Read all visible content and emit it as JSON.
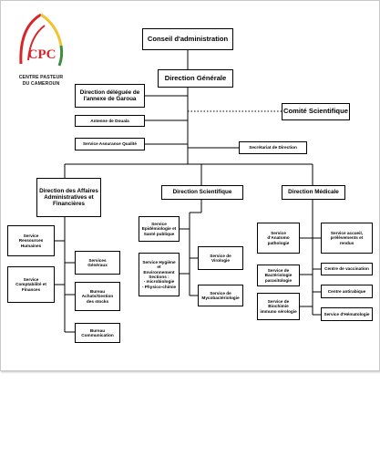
{
  "logo": {
    "monogram": "CPC",
    "caption_line1": "CENTRE PASTEUR",
    "caption_line2": "DU CAMEROUN",
    "colors": {
      "red": "#d6252b",
      "yellow": "#f2c230",
      "green": "#3a8f3c"
    }
  },
  "nodes": {
    "conseil": "Conseil d'administration",
    "direction_generale": "Direction Générale",
    "direction_deleguee": "Direction déléguée de\nl'annexe de Garoua",
    "comite_scientifique": "Comité Scientifique",
    "antenne_douala": "Antenne de Douala",
    "service_assurance_qualite": "Service Assurance Qualité",
    "secretariat_direction": "Secrétariat de Direction",
    "daaf": "Direction des Affaires\nAdministratives et\nFinancières",
    "direction_scientifique": "Direction Scientifique",
    "direction_medicale": "Direction Médicale",
    "service_rh": "Service\nRessources\nHumaines",
    "service_compta": "Service\nComptabilité  et\nFinances",
    "services_generaux": "Services\nGénéraux",
    "bureau_achats": "Bureau\nAchats/Gestion\ndes stocks",
    "bureau_communication": "Bureau\nCommunication",
    "service_epidemiologie": "Service\nEpidémiologie et\nSanté publique",
    "service_hygiene": "Service Hygiène\net\nEnvironnement\nSections :\n- microbiologie\n- Physico-chimie",
    "service_virologie": "Service de\nVirologie",
    "service_mycobacteriologie": "Service de\nMycobactériologie",
    "service_anatomo": "Service\nd'Anatomo\npathologie",
    "service_bacteriologie": "Service de\nBactériologie\nparasitologie",
    "service_biochimie": "Service de\nBiochimie\nimmuno sérologie",
    "service_accueil": "Service accueil,\nprélèvements et\nrendus",
    "centre_vaccination": "Centre de vaccination",
    "centre_antirabique": "Centre antirabique",
    "service_hematologie": "Service d'Hématologie"
  }
}
